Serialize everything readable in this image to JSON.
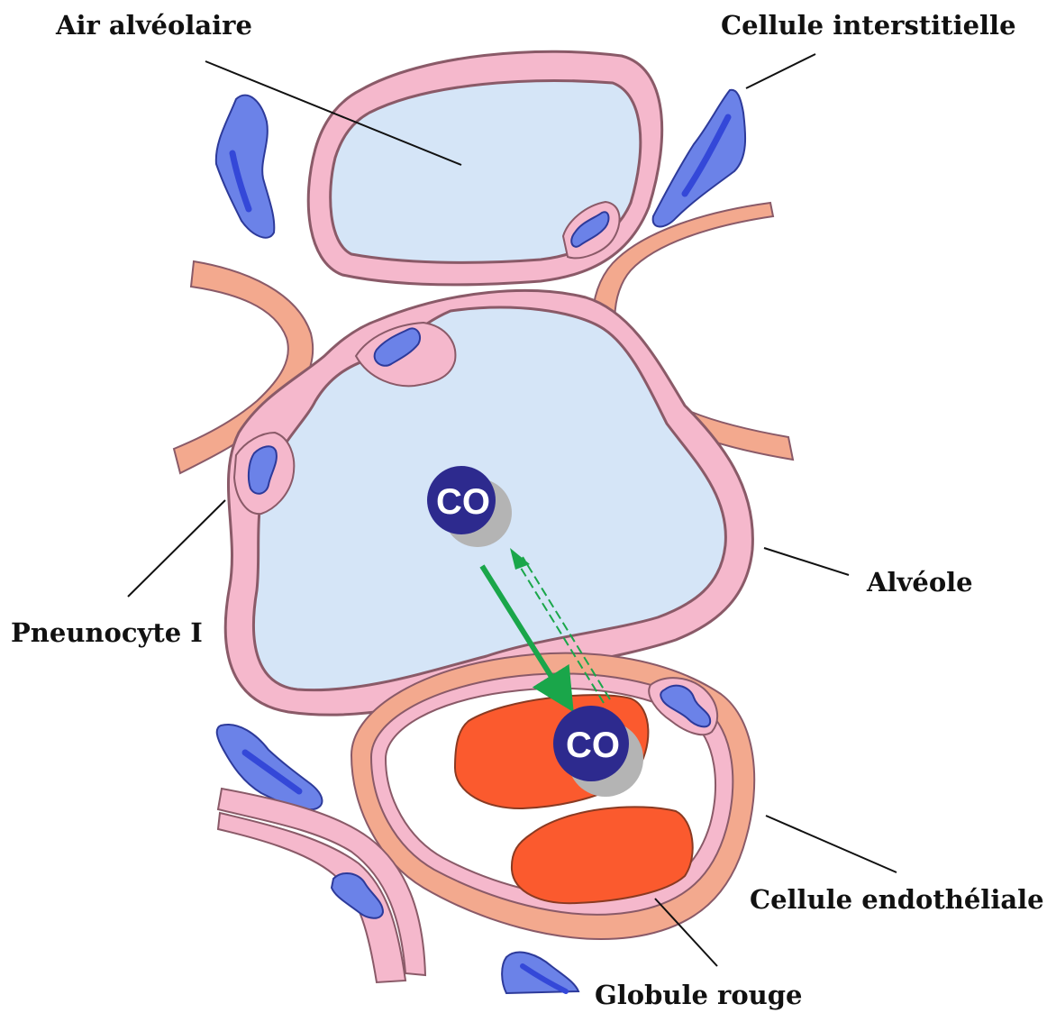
{
  "labels": {
    "air_alveolaire": "Air alvéolaire",
    "cellule_interstitielle": "Cellule interstitielle",
    "alveole": "Alvéole",
    "pneumocyte": "Pneunocyte I",
    "cellule_endotheliale": "Cellule endothéliale",
    "globule_rouge": "Globule rouge"
  },
  "molecules": {
    "alveolar": "CO",
    "blood": "CO"
  },
  "colors": {
    "alveolar_air": "#d5e5f7",
    "alveolar_wall": "#f5b8cc",
    "wall_outline": "#8a5a68",
    "endothelium": "#f3a98e",
    "interstitial_cell": "#6b82e8",
    "interstitial_nucleus": "#3448d8",
    "red_blood_cell": "#fb5a2e",
    "co_molecule": "#2d2a8e",
    "diffusion_arrow": "#1aa64a"
  }
}
